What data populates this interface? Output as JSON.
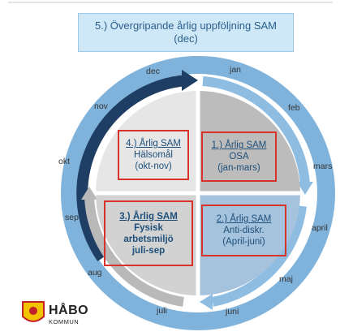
{
  "banner": {
    "line1": "5.) Övergripande årlig uppföljning SAM",
    "line2": "(dec)"
  },
  "quadrants": [
    {
      "title": "1.) Årlig SAM",
      "line2": "OSA",
      "line3": "(jan-mars)",
      "line4": ""
    },
    {
      "title": "2.) Årlig SAM",
      "line2": "Anti-diskr.",
      "line3": "(April-juni)",
      "line4": ""
    },
    {
      "title": "3.) Årlig SAM",
      "line2": "Fysisk",
      "line3": "arbetsmiljö",
      "line4": "juli-sep"
    },
    {
      "title": "4.) Årlig SAM",
      "line2": "Hälsomål",
      "line3": "(okt-nov)",
      "line4": ""
    }
  ],
  "months": {
    "jan": "jan",
    "feb": "feb",
    "mars": "mars",
    "april": "april",
    "maj": "maj",
    "juni": "juni",
    "juli": "juli",
    "aug": "aug",
    "sep": "sep",
    "okt": "okt",
    "nov": "nov",
    "dec": "dec"
  },
  "logo": {
    "name": "HÅBO",
    "sub": "KOMMUN"
  },
  "colors": {
    "ring": "#7fb3dc",
    "dark_arrow": "#1f3e63",
    "box_border": "#d8332a",
    "q1": "#bcbcbc",
    "q2": "#a6c3de",
    "q3": "#d2d2d2",
    "q4": "#e6e6e6"
  }
}
